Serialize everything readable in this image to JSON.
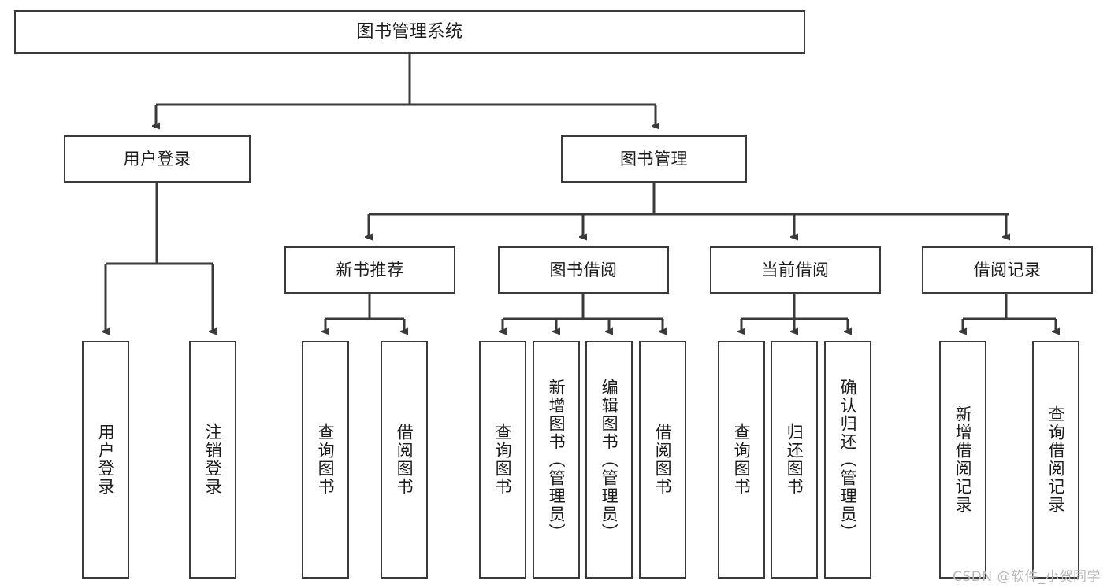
{
  "diagram": {
    "title": "图书管理系统",
    "watermark": "CSDN @软件_小贺同学",
    "colors": {
      "stroke": "#3a3a3a",
      "node_fill": "#ffffff",
      "text": "#1b1b1b",
      "watermark": "#b9b9b9",
      "background": "#ffffff"
    },
    "nodes": {
      "root": {
        "label": "图书管理系统"
      },
      "level1": [
        {
          "label": "用户登录"
        },
        {
          "label": "图书管理"
        }
      ],
      "level2": [
        {
          "label": "新书推荐"
        },
        {
          "label": "图书借阅"
        },
        {
          "label": "当前借阅"
        },
        {
          "label": "借阅记录"
        }
      ],
      "leaves": {
        "user_login": [
          {
            "label": "用户登录"
          },
          {
            "label": "注销登录"
          }
        ],
        "new_book_recommend": [
          {
            "label": "查询图书"
          },
          {
            "label": "借阅图书"
          }
        ],
        "book_borrow": [
          {
            "label": "查询图书"
          },
          {
            "label": "新增图书（管理员）"
          },
          {
            "label": "编辑图书（管理员）"
          },
          {
            "label": "借阅图书"
          }
        ],
        "current_borrow": [
          {
            "label": "查询图书"
          },
          {
            "label": "归还图书"
          },
          {
            "label": "确认归还（管理员）"
          }
        ],
        "borrow_records": [
          {
            "label": "新增借阅记录"
          },
          {
            "label": "查询借阅记录"
          }
        ]
      }
    }
  }
}
